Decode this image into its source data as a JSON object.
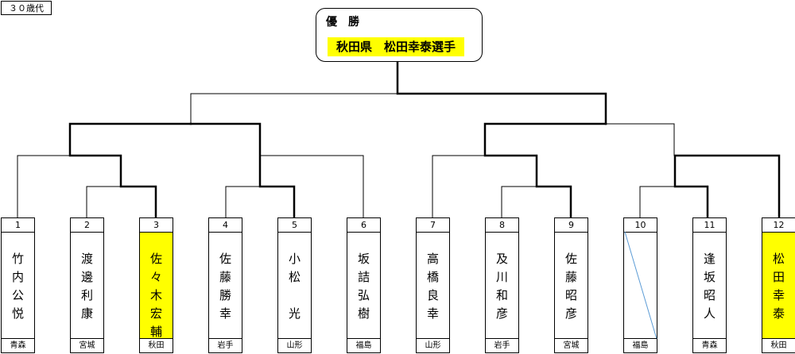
{
  "category": "３０歳代",
  "winner": {
    "heading": "優勝",
    "name": "秋田県　松田幸泰選手"
  },
  "colors": {
    "highlight": "#ffff00",
    "line": "#000000",
    "bye_line": "#5b9bd5"
  },
  "entries": [
    {
      "seed": "1",
      "name": "竹内公悦",
      "prefecture": "青森",
      "highlight": false
    },
    {
      "seed": "2",
      "name": "渡邊利康",
      "prefecture": "宮城",
      "highlight": false
    },
    {
      "seed": "3",
      "name": "佐々木宏輔",
      "prefecture": "秋田",
      "highlight": true
    },
    {
      "seed": "4",
      "name": "佐藤勝幸",
      "prefecture": "岩手",
      "highlight": false
    },
    {
      "seed": "5",
      "name": "小松　光",
      "prefecture": "山形",
      "highlight": false
    },
    {
      "seed": "6",
      "name": "坂詰弘樹",
      "prefecture": "福島",
      "highlight": false
    },
    {
      "seed": "7",
      "name": "高橋良幸",
      "prefecture": "山形",
      "highlight": false
    },
    {
      "seed": "8",
      "name": "及川和彦",
      "prefecture": "岩手",
      "highlight": false
    },
    {
      "seed": "9",
      "name": "佐藤昭彦",
      "prefecture": "宮城",
      "highlight": false
    },
    {
      "seed": "10",
      "name": "",
      "prefecture": "福島",
      "highlight": false,
      "bye": true
    },
    {
      "seed": "11",
      "name": "逢坂昭人",
      "prefecture": "青森",
      "highlight": false
    },
    {
      "seed": "12",
      "name": "松田幸泰",
      "prefecture": "秋田",
      "highlight": true
    }
  ]
}
